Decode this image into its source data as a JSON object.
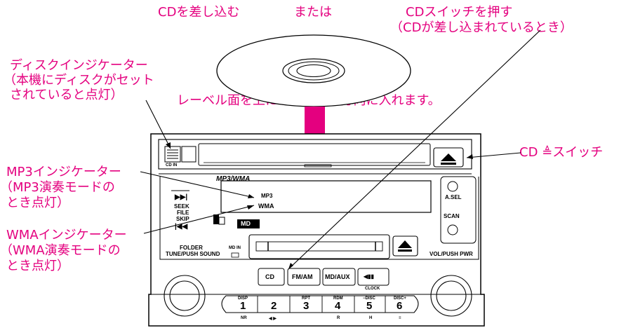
{
  "labels": {
    "insert_cd": "CDを差し込む",
    "or": "または",
    "press_switch": "CDスイッチを押す",
    "press_switch_note": "（CDが差し込まれているとき）",
    "disc_indicator": [
      "ディスクインジケーター",
      "（本機にディスクがセット",
      "されていると点灯）"
    ],
    "label_up": "レーベル面を上にして矢印の方向に入れます。",
    "cd_eject": "CD ≜スイッチ",
    "mp3_indicator": [
      "MP3インジケーター",
      "（MP3演奏モードの",
      "とき点灯）"
    ],
    "wma_indicator": [
      "WMAインジケーター",
      "（WMA演奏モードの",
      "とき点灯）"
    ]
  },
  "panel": {
    "brand": "MP3/WMA",
    "disc_in": "CD IN",
    "display_mp3": "MP3",
    "display_wma": "WMA",
    "seek": "SEEK",
    "file": "FILE",
    "skip": "SKIP",
    "folder": "FOLDER",
    "tune_sound": "TUNE/PUSH SOUND",
    "md_in": "MD IN",
    "asel": "A.SEL",
    "scan": "SCAN",
    "vol_pwr": "VOL/PUSH PWR",
    "md_logo": "MD",
    "buttons": [
      "CD",
      "FM/AM",
      "MD/AUX",
      "◀▮▮"
    ],
    "clock": "CLOCK",
    "presets": [
      {
        "top": "DISP",
        "num": "1",
        "bottom": "NR"
      },
      {
        "top": "",
        "num": "2",
        "bottom": "◀ ▶"
      },
      {
        "top": "RPT",
        "num": "3",
        "bottom": ""
      },
      {
        "top": "RDM",
        "num": "4",
        "bottom": "R"
      },
      {
        "top": "−DISC",
        "num": "5",
        "bottom": "H"
      },
      {
        "top": "DISC+",
        "num": "6",
        "bottom": "≡"
      }
    ]
  },
  "colors": {
    "accent": "#e4007f",
    "line": "#000000"
  }
}
